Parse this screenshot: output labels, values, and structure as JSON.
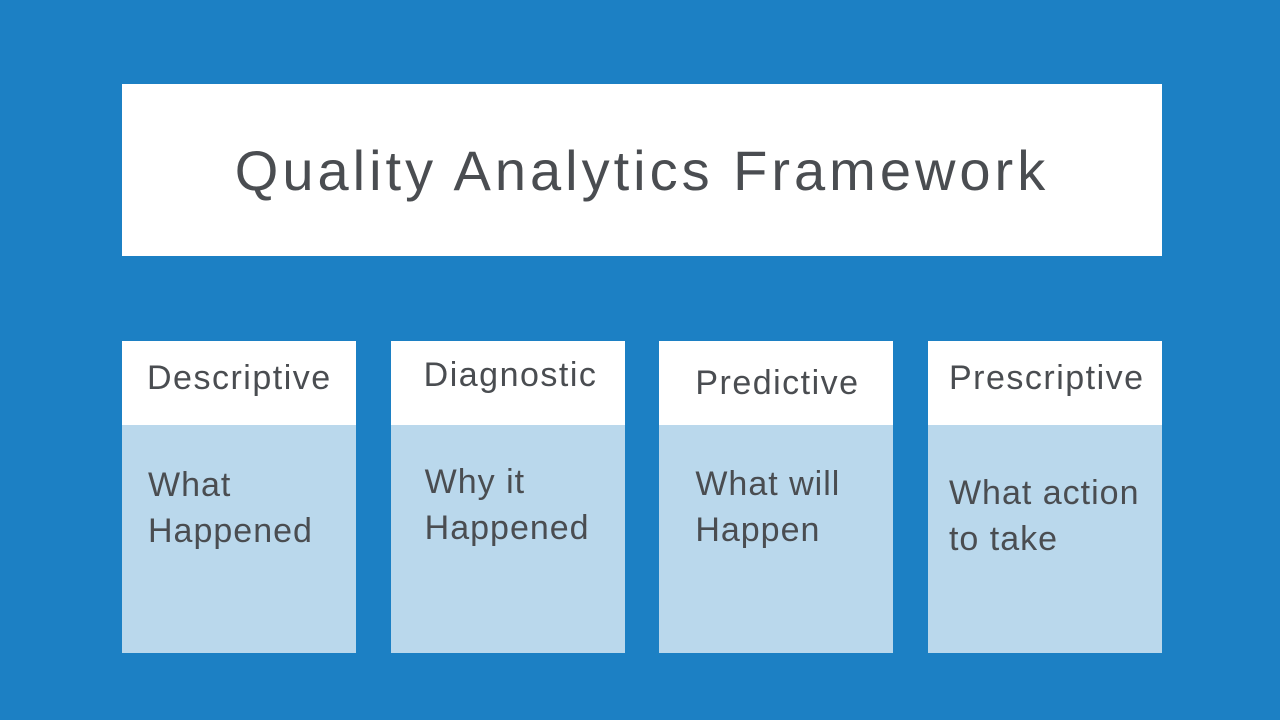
{
  "slide": {
    "title": "Quality Analytics Framework",
    "colors": {
      "background": "#1C80C4",
      "panel": "#FFFFFF",
      "card_body": "#BAD8EC",
      "text": "#4A4D51"
    },
    "cards": [
      {
        "header": "Descriptive",
        "body": "What Happened"
      },
      {
        "header": "Diagnostic",
        "body": "Why it Happened"
      },
      {
        "header": "Predictive",
        "body": "What will Happen"
      },
      {
        "header": "Prescriptive",
        "body": "What action to take"
      }
    ]
  }
}
